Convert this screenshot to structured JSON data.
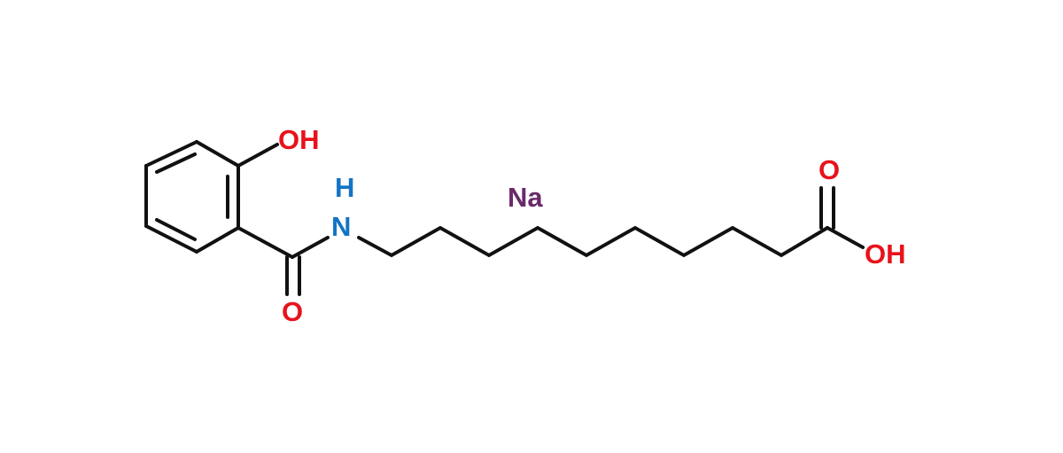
{
  "colors": {
    "bond": "#111111",
    "oxygen": "#e8121b",
    "nitrogen": "#1474c4",
    "sodium": "#6a2a6a"
  },
  "labels": {
    "phenol_oh": "OH",
    "amide_nh_h": "H",
    "amide_n": "N",
    "amide_o": "O",
    "sodium": "Na",
    "acid_o": "O",
    "acid_oh": "OH"
  }
}
